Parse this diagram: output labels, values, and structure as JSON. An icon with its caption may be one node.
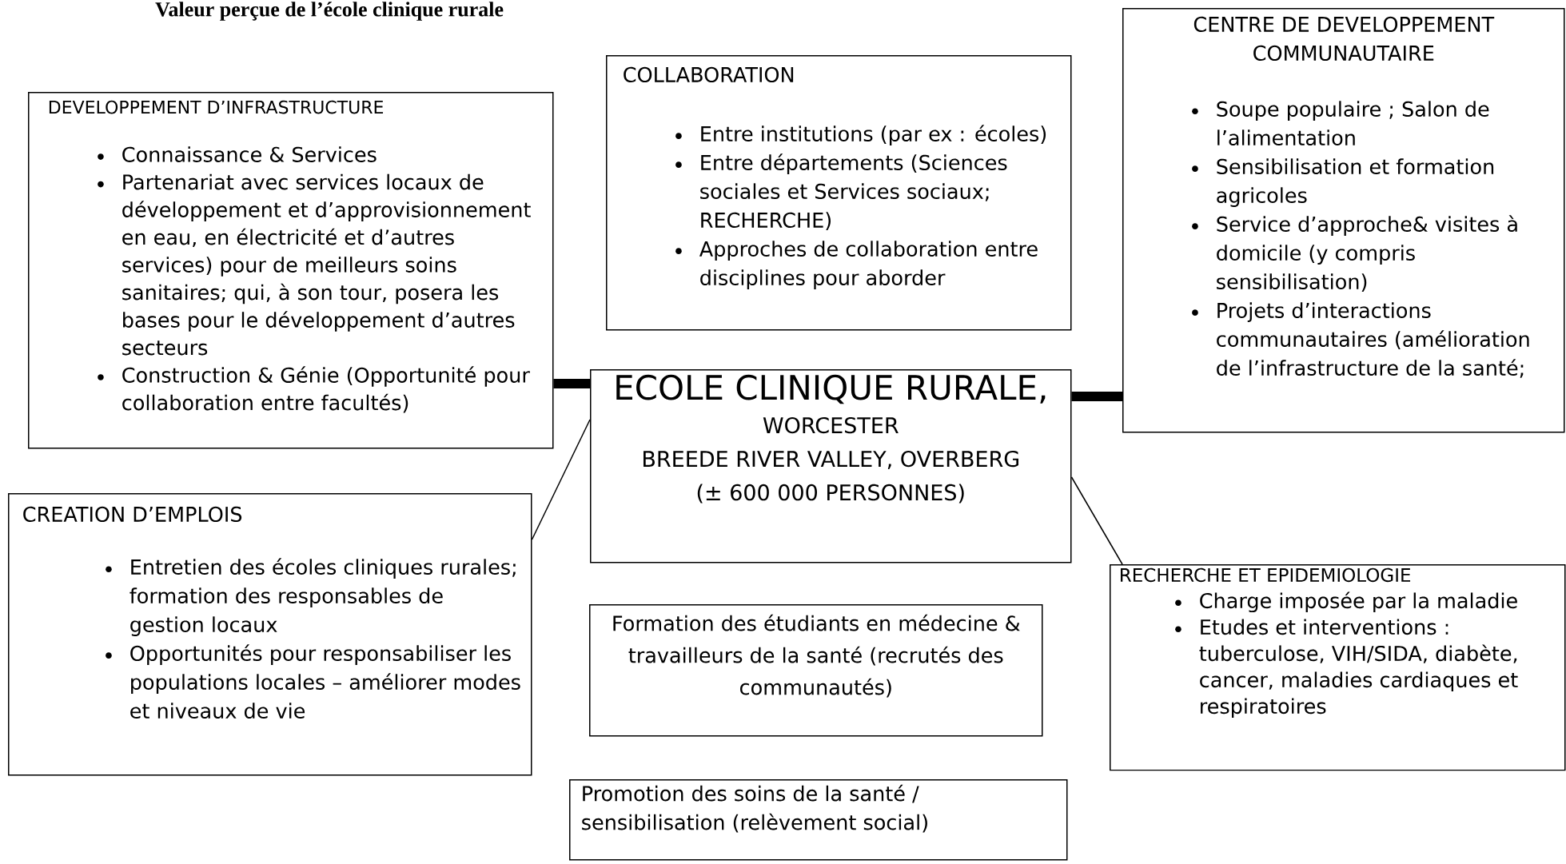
{
  "diagram": {
    "title": "Valeur perçue de l’école clinique rurale",
    "nodes": [
      {
        "text": [
          "DEVELOPPEMENT D’INFRASTRUCTURE",
          "Connaissance & Services",
          "Partenariat avec services locaux de développement et d’approvisionnement en eau, en électricité et d’autres services) pour de meilleurs soins sanitaires; qui, à son tour, posera les bases pour le développement d’autres secteurs",
          "Construction & Génie (Opportunité pour collaboration entre facultés)"
        ]
      },
      {
        "text": [
          "COLLABORATION",
          "Entre institutions (par ex : écoles)",
          "Entre départements (Sciences sociales et Services sociaux; RECHERCHE)",
          "Approches de collaboration entre disciplines pour aborder"
        ]
      },
      {
        "text": [
          "CENTRE DE DEVELOPPEMENT COMMUNAUTAIRE",
          "Soupe populaire ; Salon de l’alimentation",
          "Sensibilisation et formation agricoles",
          "Service d’approche& visites à domicile (y compris sensibilisation)",
          "Projets d’interactions communautaires (amélioration de l’infrastructure de la santé;"
        ]
      },
      {
        "text": [
          "ECOLE CLINIQUE RURALE,",
          "WORCESTER",
          "BREEDE RIVER VALLEY, OVERBERG",
          "(± 600 000 PERSONNES)"
        ]
      },
      {
        "text": [
          "CREATION D’EMPLOIS",
          "Entretien des écoles cliniques rurales; formation des responsables de gestion locaux",
          "Opportunités pour responsabiliser les populations locales – améliorer modes et niveaux de vie"
        ]
      },
      {
        "text": [
          "RECHERCHE ET EPIDEMIOLOGIE",
          "Charge imposée par la maladie",
          "Etudes et interventions : tuberculose, VIH/SIDA, diabète, cancer, maladies cardiaques et respiratoires"
        ]
      },
      {
        "text": [
          "Formation des étudiants en médecine & travailleurs de la santé (recrutés des communautés)"
        ]
      },
      {
        "text": [
          "Promotion des soins de la santé / sensibilisation (relèvement social)"
        ]
      }
    ],
    "edges": [
      {
        "from": 0,
        "to": 3,
        "arrow": "none",
        "style": "thick"
      },
      {
        "from": 3,
        "to": 2,
        "arrow": "none",
        "style": "thick"
      },
      {
        "from": 4,
        "to": 3,
        "arrow": "none"
      },
      {
        "from": 3,
        "to": 5,
        "arrow": "none"
      }
    ]
  }
}
